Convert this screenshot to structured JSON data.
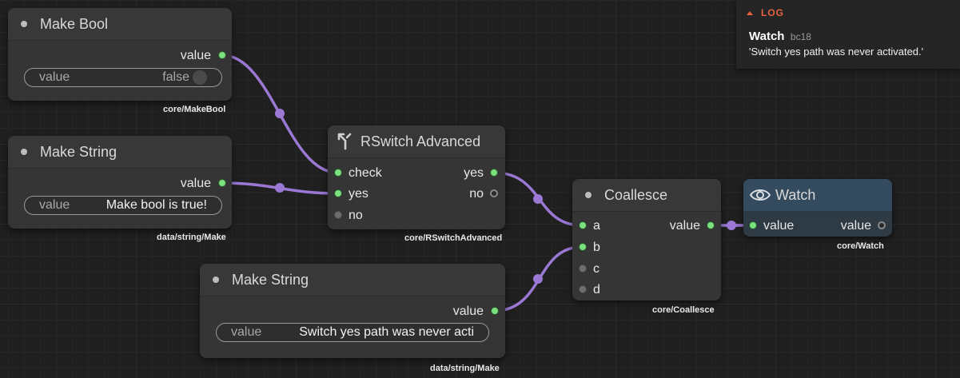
{
  "nodes": {
    "make_bool": {
      "title": "Make Bool",
      "output_label": "value",
      "field_label": "value",
      "field_value": "false",
      "type": "core/MakeBool"
    },
    "make_string_1": {
      "title": "Make String",
      "output_label": "value",
      "field_label": "value",
      "field_value": "Make bool is true!",
      "type": "data/string/Make"
    },
    "rswitch": {
      "title": "RSwitch Advanced",
      "inputs": [
        "check",
        "yes",
        "no"
      ],
      "outputs": [
        "yes",
        "no"
      ],
      "type": "core/RSwitchAdvanced"
    },
    "make_string_2": {
      "title": "Make String",
      "output_label": "value",
      "field_label": "value",
      "field_value": "Switch yes path was never acti",
      "type": "data/string/Make"
    },
    "coalesce": {
      "title": "Coallesce",
      "inputs": [
        "a",
        "b",
        "c",
        "d"
      ],
      "output_label": "value",
      "type": "core/Coallesce"
    },
    "watch": {
      "title": "Watch",
      "input_label": "value",
      "output_label": "value",
      "type": "core/Watch"
    }
  },
  "log": {
    "header": "LOG",
    "entry_title": "Watch",
    "entry_id": "bc18",
    "entry_message": "'Switch yes path was never activated.'"
  },
  "colors": {
    "wire": "#9a78d4",
    "port_active": "#7be17f",
    "port_inactive": "#6e6e6e",
    "log_accent": "#e8623f",
    "watch_header": "#344b5f"
  },
  "icons": [
    "switch-branch-icon",
    "eye-icon",
    "caret-up-icon"
  ]
}
